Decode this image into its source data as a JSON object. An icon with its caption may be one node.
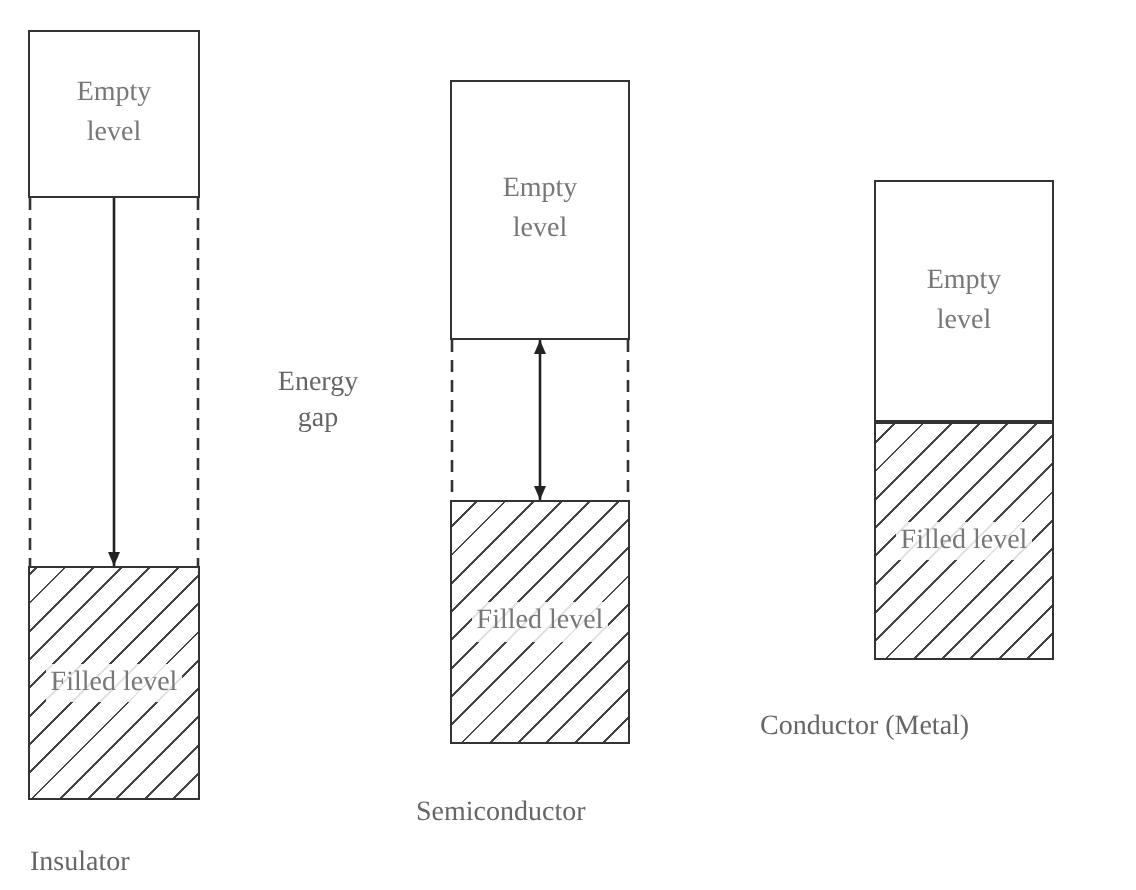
{
  "diagram": {
    "nodes": [
      {
        "text": [
          "Empty level"
        ]
      },
      {
        "text": [
          "Filled level"
        ]
      },
      {
        "text": [
          "Empty level"
        ]
      },
      {
        "text": [
          "Filled level"
        ]
      },
      {
        "text": [
          "Empty level"
        ]
      },
      {
        "text": [
          "Filled level"
        ]
      }
    ],
    "edges": [
      {
        "from": 0,
        "to": 1,
        "arrow": "to"
      },
      {
        "from": 2,
        "to": 3,
        "arrow": "both"
      }
    ],
    "labels": [
      "Energy gap",
      "Insulator",
      "Semiconductor",
      "Conductor (Metal)"
    ]
  }
}
